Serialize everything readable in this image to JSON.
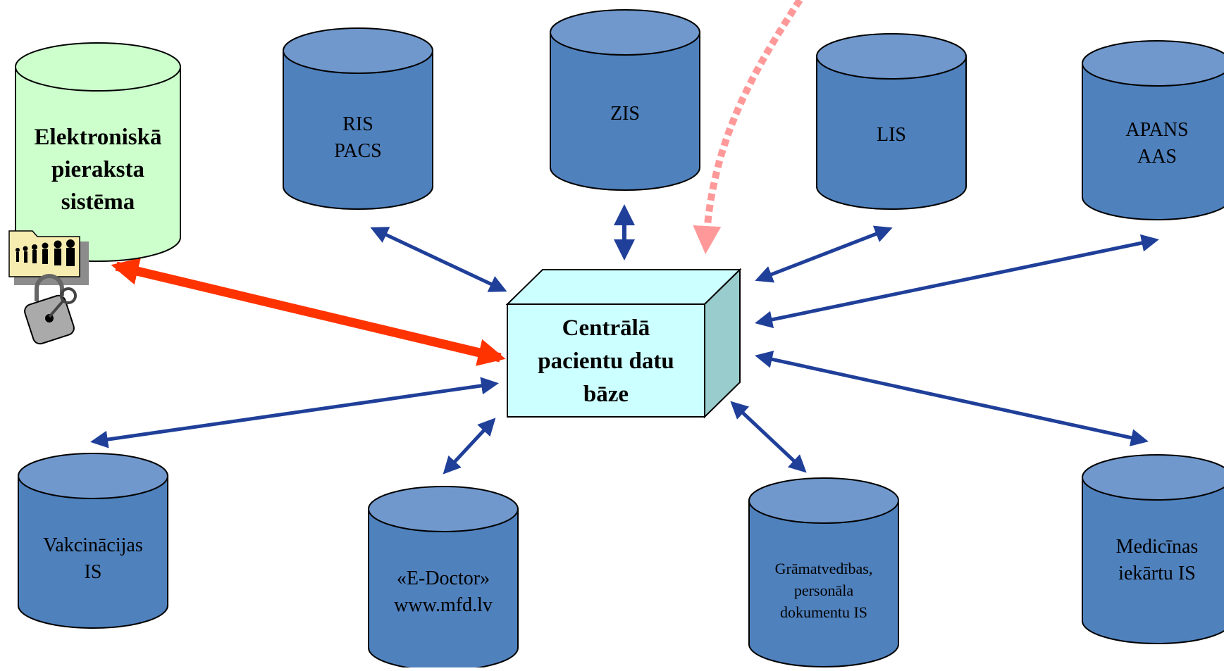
{
  "nodes": {
    "ehr": {
      "lines": [
        "Elektroniskā",
        "pieraksta",
        "sistēma"
      ]
    },
    "ris": {
      "lines": [
        "RIS",
        "PACS"
      ]
    },
    "zis": {
      "lines": [
        "ZIS"
      ]
    },
    "lis": {
      "lines": [
        "LIS"
      ]
    },
    "apans": {
      "lines": [
        "APANS",
        "AAS"
      ]
    },
    "central": {
      "lines": [
        "Centrālā",
        "pacientu datu",
        "bāze"
      ]
    },
    "vakc": {
      "lines": [
        "Vakcinācijas",
        "IS"
      ]
    },
    "edoc": {
      "lines": [
        "«E-Doctor»",
        "www.mfd.lv"
      ]
    },
    "gram": {
      "lines": [
        "Grāmatvedības,",
        "personāla",
        "dokumentu IS"
      ]
    },
    "med": {
      "lines": [
        "Medicīnas",
        "iekārtu IS"
      ]
    }
  },
  "colors": {
    "cylinder": "#4f81bd",
    "cylinder_top": "#7098cc",
    "ehr_fill": "#ccffcc",
    "box_front": "#ccffff",
    "box_side": "#99cccc",
    "arrow_blue": "#1f3f99",
    "arrow_red": "#ff3300",
    "arrow_pink": "#ff9999"
  },
  "icons": [
    "folder-people-icon",
    "padlock-key-icon"
  ]
}
